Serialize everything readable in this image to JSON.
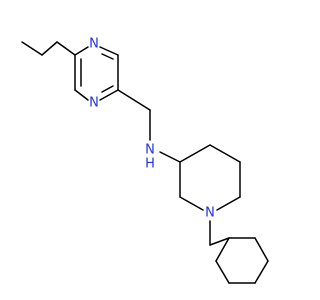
{
  "molecule": {
    "atoms": {
      "n_pyr_1": {
        "symbol": "N",
        "color": "#2233dd"
      },
      "n_pyr_3": {
        "symbol": "N",
        "color": "#2233dd"
      },
      "n_amine": {
        "symbol": "N",
        "color": "#2233dd",
        "h_label": "H"
      },
      "n_piperidine": {
        "symbol": "N",
        "color": "#2233dd"
      }
    },
    "bond_color": "#000000",
    "background": "#ffffff"
  }
}
